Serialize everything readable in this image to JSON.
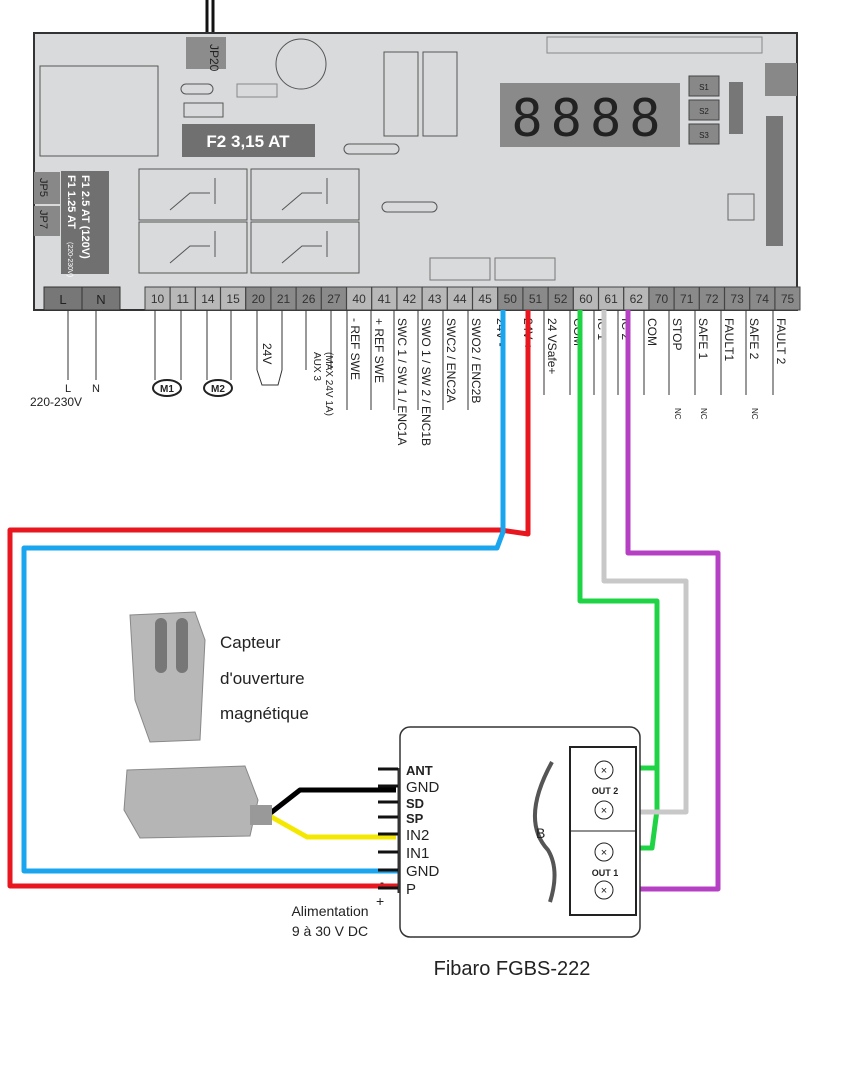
{
  "board": {
    "jp20": "JP20",
    "jp5": "JP5",
    "jp7": "JP7",
    "fuse_f2": "F2 3,15 AT",
    "fuse_f1_a": "F1 1.25 AT",
    "fuse_f1_a_note": "(220-230V)",
    "fuse_f1_b": "F1 2.5 AT (120V)",
    "display": "8888",
    "buttons": [
      "S1",
      "S2",
      "S3"
    ],
    "power_terminals": [
      "L",
      "N"
    ],
    "power_label": "220-230V",
    "power_l": "L",
    "power_n": "N",
    "terminals": [
      "10",
      "11",
      "14",
      "15",
      "20",
      "21",
      "26",
      "27",
      "40",
      "41",
      "42",
      "43",
      "44",
      "45",
      "50",
      "51",
      "52",
      "60",
      "61",
      "62",
      "70",
      "71",
      "72",
      "73",
      "74",
      "75"
    ],
    "motor_labels": [
      "M1",
      "M2"
    ],
    "lamp_label": "24V",
    "aux_label": "AUX 3",
    "aux_note": "(MAX 24V 1A)",
    "terminal_labels": [
      "- REF SWE",
      "+ REF SWE",
      "SWC 1 / SW 1 / ENC1A",
      "SWO 1 / SW 2 / ENC1B",
      "SWC2 / ENC2A",
      "SWO2 / ENC2B",
      "24V -",
      "24V +",
      "24 VSafe+",
      "COM",
      "IC 1",
      "IC 2",
      "COM",
      "STOP",
      "SAFE 1",
      "FAULT1",
      "SAFE 2",
      "FAULT 2"
    ],
    "nc": "NC"
  },
  "sensor": {
    "caption_lines": [
      "Capteur",
      "d'ouverture",
      "magnétique"
    ]
  },
  "fibaro": {
    "pins": [
      "ANT",
      "GND",
      "SD",
      "SP",
      "IN2",
      "IN1",
      "GND",
      "P"
    ],
    "minus": "-",
    "plus": "+",
    "supply_lines": [
      "Alimentation",
      "9 à 30 V DC"
    ],
    "out2": "OUT 2",
    "out1": "OUT 1",
    "center_letter": "B",
    "title": "Fibaro FGBS-222"
  },
  "colors": {
    "blue": "#1aa6ee",
    "red": "#e8161e",
    "green": "#1fd444",
    "gray": "#c8c8c8",
    "purple": "#b640c4",
    "black": "#000000",
    "yellow": "#f5e800",
    "board": "#d9dadb"
  }
}
